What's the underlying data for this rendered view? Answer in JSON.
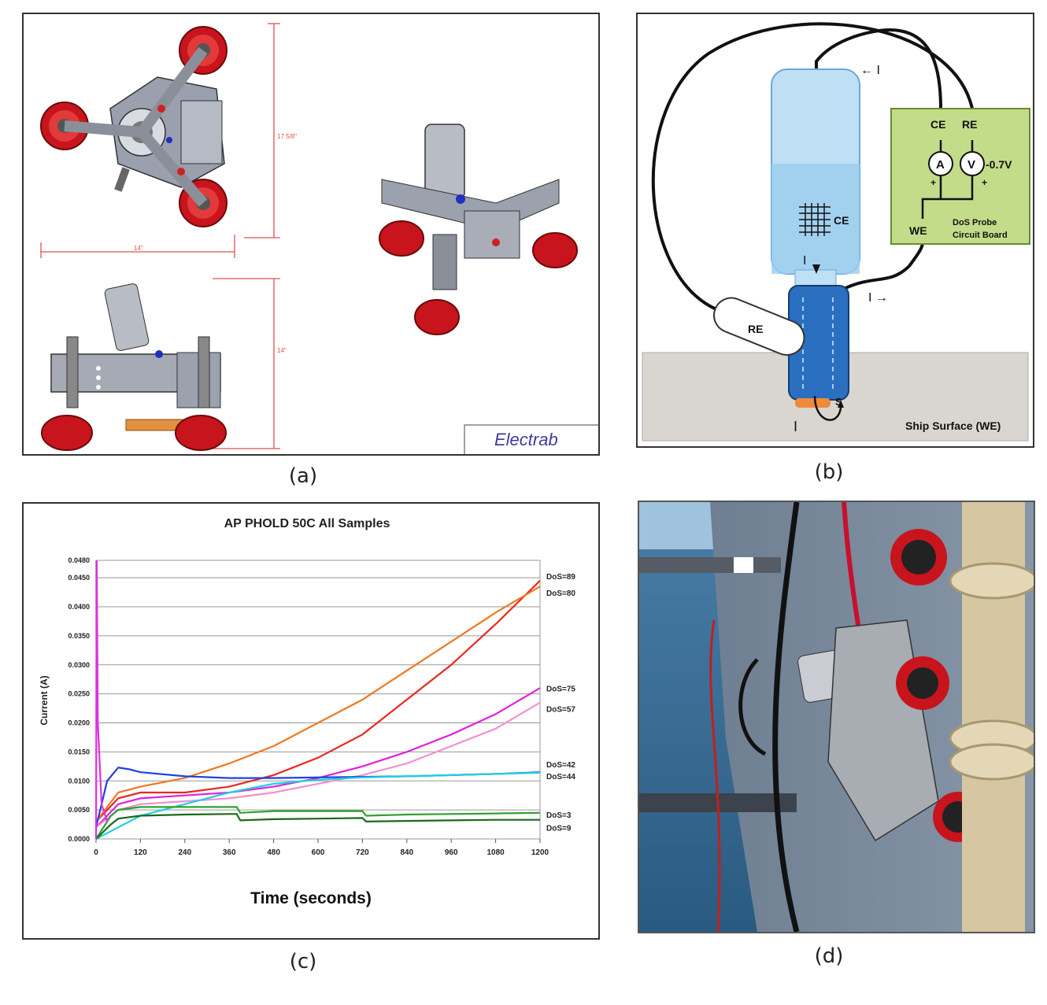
{
  "panels": {
    "a": {
      "caption": "(a)",
      "dim_labels": [
        "17 5/8\"",
        "14\"",
        "14\""
      ],
      "logo_text": "Electrab"
    },
    "b": {
      "caption": "(b)",
      "labels": {
        "ce_top": "CE",
        "re_top": "RE",
        "ammeter": "A",
        "voltmeter": "V",
        "voltage": "-0.7V",
        "we": "WE",
        "board_line1": "DoS Probe",
        "board_line2": "Circuit Board",
        "ce_mesh": "CE",
        "re_probe": "RE",
        "current_top": "← I",
        "current_down": "I",
        "current_right": "I →",
        "current_bottom": "I",
        "seal": "S",
        "surface": "Ship Surface (WE)",
        "plus1": "+",
        "plus2": "+"
      }
    },
    "c": {
      "caption": "(c)"
    },
    "d": {
      "caption": "(d)"
    }
  },
  "chart_data": {
    "type": "line",
    "title": "AP PHOLD 50C All Samples",
    "xlabel": "Time (seconds)",
    "ylabel": "Current (A)",
    "xlim": [
      0,
      1200
    ],
    "ylim": [
      0,
      0.048
    ],
    "xticks": [
      0,
      120,
      240,
      360,
      480,
      600,
      720,
      840,
      960,
      1080,
      1200
    ],
    "yticks": [
      "0.0000",
      "0.0050",
      "0.0100",
      "0.0150",
      "0.0200",
      "0.0250",
      "0.0300",
      "0.0350",
      "0.0400",
      "0.0450",
      "0.0480"
    ],
    "ytick_values": [
      0,
      0.005,
      0.01,
      0.015,
      0.02,
      0.025,
      0.03,
      0.035,
      0.04,
      0.045,
      0.048
    ],
    "grid": true,
    "series": [
      {
        "name": "DoS=89",
        "color": "#e8281e",
        "x": [
          0,
          60,
          120,
          240,
          360,
          480,
          600,
          720,
          840,
          960,
          1080,
          1200
        ],
        "y": [
          0.003,
          0.007,
          0.008,
          0.008,
          0.009,
          0.011,
          0.014,
          0.018,
          0.024,
          0.03,
          0.037,
          0.0445
        ]
      },
      {
        "name": "DoS=80",
        "color": "#f07820",
        "x": [
          0,
          60,
          120,
          240,
          360,
          480,
          600,
          720,
          840,
          960,
          1080,
          1200
        ],
        "y": [
          0.003,
          0.008,
          0.009,
          0.0105,
          0.013,
          0.016,
          0.02,
          0.024,
          0.029,
          0.034,
          0.039,
          0.0435
        ]
      },
      {
        "name": "DoS=75",
        "color": "#e020e0",
        "x": [
          0,
          60,
          120,
          240,
          360,
          480,
          600,
          720,
          840,
          960,
          1080,
          1200
        ],
        "y": [
          0.002,
          0.006,
          0.007,
          0.0075,
          0.008,
          0.009,
          0.0105,
          0.0125,
          0.015,
          0.018,
          0.0215,
          0.026
        ]
      },
      {
        "name": "DoS=57",
        "color": "#f090d0",
        "x": [
          0,
          60,
          120,
          240,
          360,
          480,
          600,
          720,
          840,
          960,
          1080,
          1200
        ],
        "y": [
          0.002,
          0.005,
          0.006,
          0.0065,
          0.007,
          0.008,
          0.0095,
          0.011,
          0.013,
          0.016,
          0.019,
          0.0235
        ]
      },
      {
        "name": "DoS=42",
        "color": "#2040e0",
        "x": [
          0,
          30,
          60,
          90,
          120,
          240,
          360,
          480,
          600,
          720,
          840,
          960,
          1080,
          1200
        ],
        "y": [
          0.002,
          0.01,
          0.0123,
          0.012,
          0.0115,
          0.0108,
          0.0105,
          0.0105,
          0.0106,
          0.0107,
          0.0108,
          0.011,
          0.0112,
          0.0115
        ]
      },
      {
        "name": "DoS=44",
        "color": "#20d0e0",
        "x": [
          0,
          60,
          120,
          240,
          360,
          480,
          600,
          720,
          840,
          960,
          1080,
          1200
        ],
        "y": [
          0.0,
          0.002,
          0.004,
          0.006,
          0.008,
          0.0095,
          0.0102,
          0.0106,
          0.0108,
          0.011,
          0.0112,
          0.0114
        ]
      },
      {
        "name": "DoS=3",
        "color": "#30a030",
        "x": [
          0,
          40,
          60,
          120,
          240,
          360,
          380,
          390,
          480,
          600,
          720,
          730,
          840,
          960,
          1080,
          1200
        ],
        "y": [
          0.0,
          0.004,
          0.005,
          0.0055,
          0.0055,
          0.0055,
          0.0055,
          0.0045,
          0.0048,
          0.0048,
          0.0048,
          0.004,
          0.0042,
          0.0043,
          0.0044,
          0.0045
        ]
      },
      {
        "name": "DoS=9",
        "color": "#1a6a1a",
        "x": [
          0,
          40,
          60,
          120,
          240,
          360,
          380,
          390,
          480,
          600,
          720,
          730,
          840,
          960,
          1080,
          1200
        ],
        "y": [
          0.0,
          0.0025,
          0.0035,
          0.004,
          0.0042,
          0.0043,
          0.0043,
          0.0032,
          0.0034,
          0.0035,
          0.0036,
          0.003,
          0.0031,
          0.0032,
          0.0033,
          0.0033
        ]
      },
      {
        "name": "",
        "color": "#e030e0",
        "x": [
          0,
          2,
          5,
          15,
          30
        ],
        "y": [
          0.0,
          0.048,
          0.02,
          0.006,
          0.003
        ]
      }
    ]
  }
}
